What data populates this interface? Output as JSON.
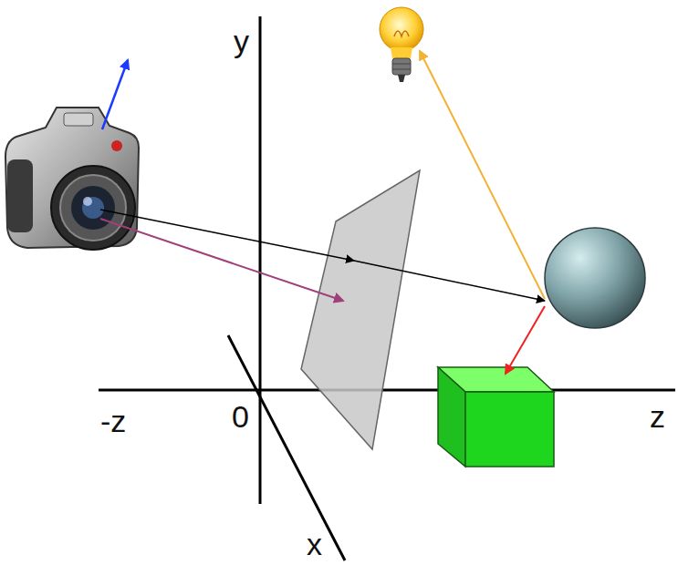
{
  "diagram": {
    "labels": [
      "y",
      "-z",
      "0",
      "z",
      "x"
    ]
  }
}
